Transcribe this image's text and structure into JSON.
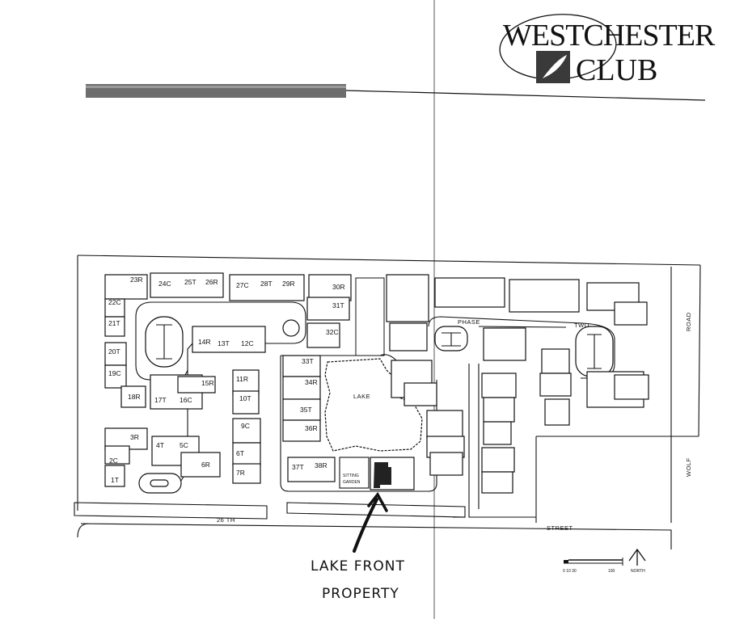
{
  "logo": {
    "line1": "WESTCHESTER",
    "line2": "CLUB"
  },
  "units": [
    {
      "id": "1T"
    },
    {
      "id": "2C"
    },
    {
      "id": "3R"
    },
    {
      "id": "4T"
    },
    {
      "id": "5C"
    },
    {
      "id": "6R"
    },
    {
      "id": "7R"
    },
    {
      "id": "6T"
    },
    {
      "id": "9C"
    },
    {
      "id": "10T"
    },
    {
      "id": "11R"
    },
    {
      "id": "12C"
    },
    {
      "id": "13T"
    },
    {
      "id": "14R"
    },
    {
      "id": "15R"
    },
    {
      "id": "16C"
    },
    {
      "id": "17T"
    },
    {
      "id": "18R"
    },
    {
      "id": "19C"
    },
    {
      "id": "20T"
    },
    {
      "id": "21T"
    },
    {
      "id": "22C"
    },
    {
      "id": "23R"
    },
    {
      "id": "24C"
    },
    {
      "id": "25T"
    },
    {
      "id": "26R"
    },
    {
      "id": "27C"
    },
    {
      "id": "28T"
    },
    {
      "id": "29R"
    },
    {
      "id": "30R"
    },
    {
      "id": "31T"
    },
    {
      "id": "32C"
    },
    {
      "id": "33T"
    },
    {
      "id": "34R"
    },
    {
      "id": "35T"
    },
    {
      "id": "36R"
    },
    {
      "id": "37T"
    },
    {
      "id": "38R"
    }
  ],
  "labels": {
    "lake": "LAKE",
    "phase": "PHASE",
    "two": "TWO",
    "road": "ROAD",
    "wolf": "WOLF",
    "street_26": "26 TH",
    "street": "STREET",
    "sitting": "SITTING",
    "garden": "GARDEN"
  },
  "scale_bar": {
    "ticks": "0 10 30",
    "mid": "100",
    "north": "NORTH"
  },
  "annotation": {
    "line1": "LAKE FRONT",
    "line2": "PROPERTY"
  },
  "colors": {
    "ink": "#111111",
    "header_bar": "#6d6d6d"
  }
}
